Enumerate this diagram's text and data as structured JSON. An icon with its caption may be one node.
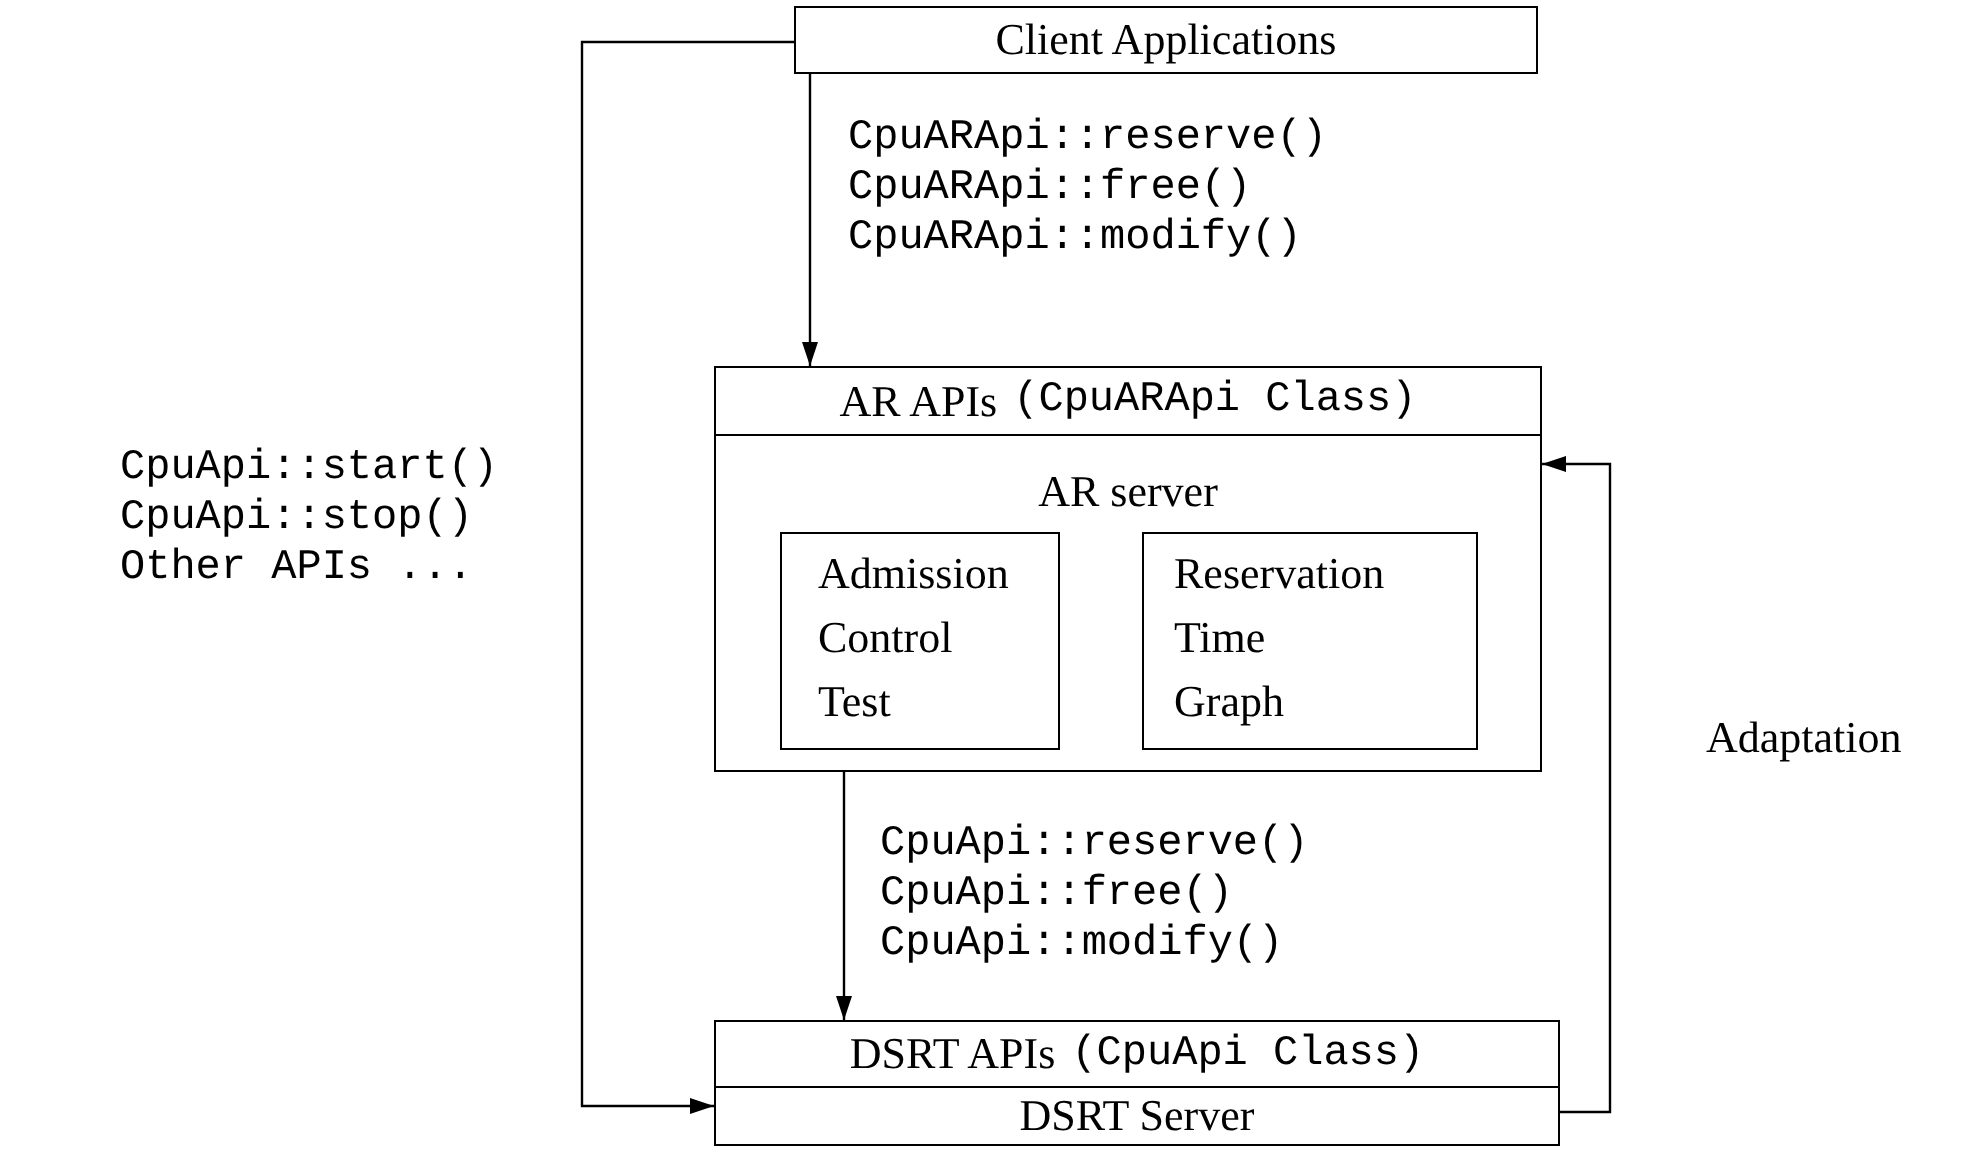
{
  "diagram": {
    "nodes": [
      {
        "text": [
          "Client Applications"
        ]
      },
      {
        "text": [
          "AR APIs",
          "(CpuARApi Class)",
          "AR server"
        ]
      },
      {
        "text": [
          "Admission Control Test"
        ],
        "in": 1
      },
      {
        "text": [
          "Reservation Time Graph"
        ],
        "in": 1
      },
      {
        "text": [
          "DSRT APIs",
          "(CpuApi Class)",
          "DSRT Server"
        ]
      }
    ],
    "edges": [
      {
        "from": 0,
        "to": 1,
        "arrow": "to",
        "label": "CpuARApi::reserve() CpuARApi::free() CpuARApi::modify()"
      },
      {
        "from": 1,
        "to": 4,
        "arrow": "to",
        "label": "CpuApi::reserve() CpuApi::free() CpuApi::modify()"
      },
      {
        "from": 0,
        "to": 4,
        "arrow": "to",
        "label": "CpuApi::start() CpuApi::stop() Other APIs ..."
      },
      {
        "from": 4,
        "to": 1,
        "arrow": "to",
        "label": "Adaptation"
      }
    ]
  }
}
